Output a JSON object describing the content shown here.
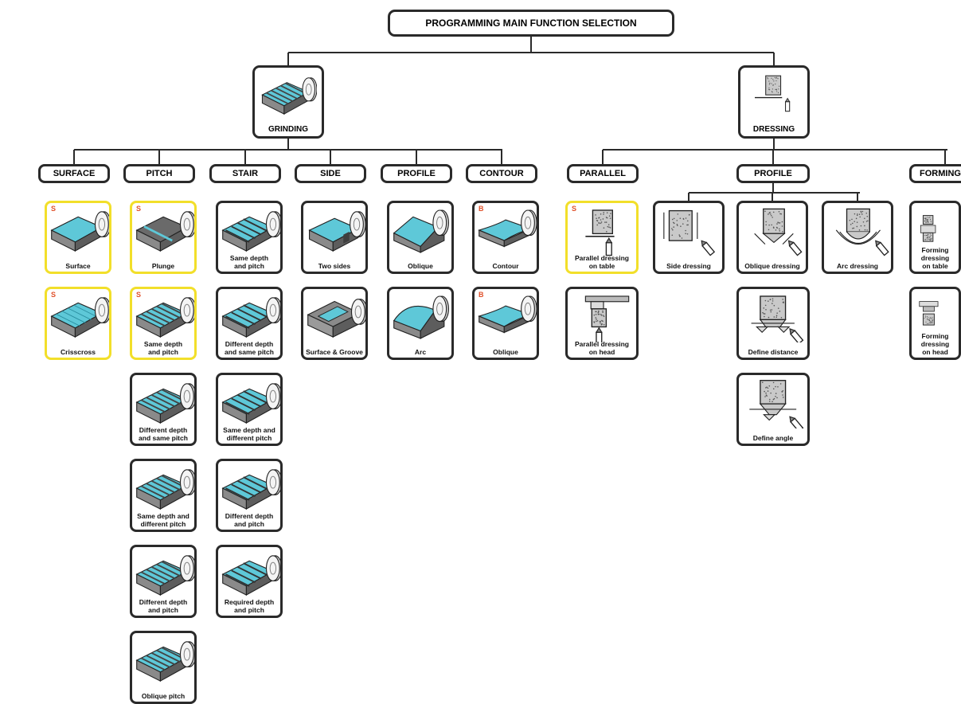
{
  "title": "PROGRAMMING MAIN FUNCTION SELECTION",
  "grinding": {
    "label": "GRINDING",
    "headers": [
      "SURFACE",
      "PITCH",
      "STAIR",
      "SIDE",
      "PROFILE",
      "CONTOUR"
    ],
    "columns": [
      [
        {
          "label": "Surface",
          "badge": "S",
          "hl": true,
          "pic": "grind-flat"
        },
        {
          "label": "Crisscross",
          "badge": "S",
          "hl": true,
          "pic": "grind-lines"
        }
      ],
      [
        {
          "label": "Plunge",
          "badge": "S",
          "hl": true,
          "pic": "grind-plunge"
        },
        {
          "label": "Same depth\nand pitch",
          "badge": "S",
          "hl": true,
          "pic": "grind-grooves"
        },
        {
          "label": "Different depth\nand same pitch",
          "badge": "",
          "hl": false,
          "pic": "grind-grooves"
        },
        {
          "label": "Same depth and\ndifferent pitch",
          "badge": "",
          "hl": false,
          "pic": "grind-grooves"
        },
        {
          "label": "Different depth\nand pitch",
          "badge": "",
          "hl": false,
          "pic": "grind-grooves"
        },
        {
          "label": "Oblique pitch",
          "badge": "",
          "hl": false,
          "pic": "grind-grooves"
        }
      ],
      [
        {
          "label": "Same depth\nand pitch",
          "badge": "",
          "hl": false,
          "pic": "grind-stair"
        },
        {
          "label": "Different depth\nand same pitch",
          "badge": "",
          "hl": false,
          "pic": "grind-stair"
        },
        {
          "label": "Same depth and\ndifferent pitch",
          "badge": "",
          "hl": false,
          "pic": "grind-stair"
        },
        {
          "label": "Different depth\nand pitch",
          "badge": "",
          "hl": false,
          "pic": "grind-stair"
        },
        {
          "label": "Required depth\nand pitch",
          "badge": "",
          "hl": false,
          "pic": "grind-stair"
        }
      ],
      [
        {
          "label": "Two sides",
          "badge": "",
          "hl": false,
          "pic": "grind-side"
        },
        {
          "label": "Surface & Groove",
          "badge": "",
          "hl": false,
          "pic": "grind-groove"
        }
      ],
      [
        {
          "label": "Oblique",
          "badge": "",
          "hl": false,
          "pic": "grind-oblique"
        },
        {
          "label": "Arc",
          "badge": "",
          "hl": false,
          "pic": "grind-arc"
        }
      ],
      [
        {
          "label": "Contour",
          "badge": "B",
          "hl": false,
          "pic": "grind-contour"
        },
        {
          "label": "Oblique",
          "badge": "B",
          "hl": false,
          "pic": "grind-contour2"
        }
      ]
    ]
  },
  "dressing": {
    "label": "DRESSING",
    "headers": [
      "PARALLEL",
      "PROFILE",
      "FORMING"
    ],
    "parallel": [
      {
        "label": "Parallel dressing\non table",
        "badge": "S",
        "hl": true,
        "pic": "dress-table"
      },
      {
        "label": "Parallel dressing\non head",
        "badge": "",
        "hl": false,
        "pic": "dress-head"
      }
    ],
    "profile": [
      {
        "label": "Side dressing",
        "badge": "",
        "hl": false,
        "pic": "dress-side"
      },
      {
        "label": "Oblique dressing",
        "badge": "",
        "hl": false,
        "pic": "dress-oblique"
      },
      {
        "label": "Arc dressing",
        "badge": "",
        "hl": false,
        "pic": "dress-arc"
      }
    ],
    "profile_sub": [
      {
        "label": "Define distance",
        "badge": "",
        "hl": false,
        "pic": "dress-distance"
      },
      {
        "label": "Define angle",
        "badge": "",
        "hl": false,
        "pic": "dress-angle"
      }
    ],
    "forming": [
      {
        "label": "Forming dressing\non table",
        "badge": "",
        "hl": false,
        "pic": "dress-form1"
      },
      {
        "label": "Forming dressing\non head",
        "badge": "",
        "hl": false,
        "pic": "dress-form2"
      }
    ]
  },
  "colors": {
    "stroke": "#2a2a2a",
    "highlight": "#f2df2a",
    "workpiece": "#5ec8d8",
    "steel": "#7d7d7d",
    "badge": "#e0502a"
  }
}
